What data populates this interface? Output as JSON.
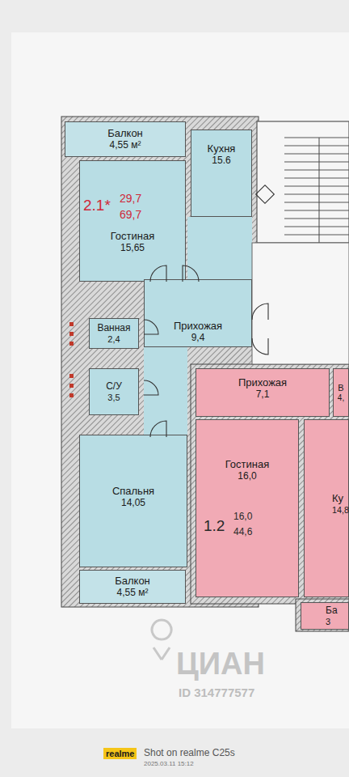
{
  "diagram": {
    "nodes": [
      {
        "text": [
          "Балкон",
          "4,55 м²"
        ]
      },
      {
        "text": [
          "Гостиная",
          "15,65"
        ]
      },
      {
        "text": [
          "Кухня",
          "15.6"
        ]
      },
      {
        "text": [
          "Ванная",
          "2,4"
        ]
      },
      {
        "text": [
          "Прихожая",
          "9,4"
        ]
      },
      {
        "text": [
          "С/У",
          "3,5"
        ]
      },
      {
        "text": [
          "Спальня",
          "14,05"
        ]
      },
      {
        "text": [
          "Балкон",
          "4,55 м²"
        ]
      },
      {
        "text": [
          "Прихожая",
          "7,1"
        ]
      },
      {
        "text": [
          "Гостиная",
          "16,0"
        ]
      },
      {
        "text": [
          "Ку",
          "14,8"
        ]
      },
      {
        "text": [
          "В",
          "4,"
        ]
      },
      {
        "text": [
          "Ба",
          "3"
        ]
      }
    ],
    "edges": [],
    "labels": [
      "2.1*",
      "29,7",
      "69,7",
      "1.2",
      "16,0",
      "44,6",
      "ЦИАН",
      "ID 314777577",
      "realme",
      "Shot on realme C25s",
      "2025.03.11 15:12"
    ]
  }
}
